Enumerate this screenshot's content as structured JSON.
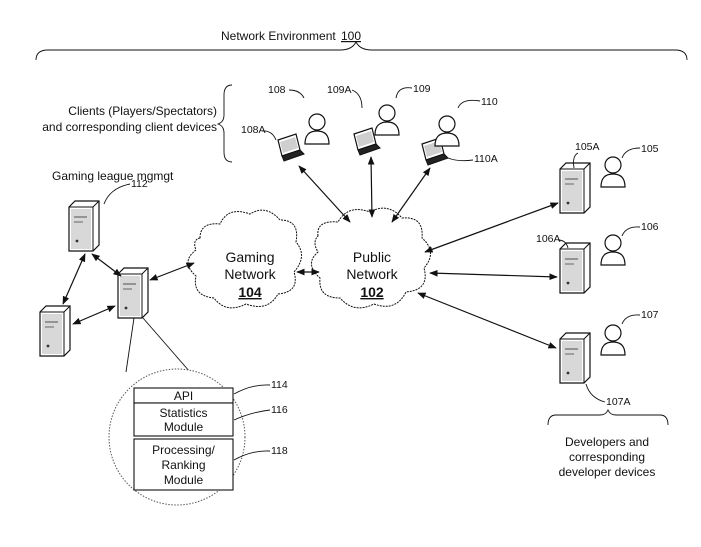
{
  "title": {
    "text": "Network Environment",
    "ref": "100"
  },
  "clients_label": [
    "Clients (Players/Spectators)",
    "and corresponding client devices"
  ],
  "league_label": "Gaming league mgmgt",
  "gaming_network": {
    "line1": "Gaming",
    "line2": "Network",
    "ref": "104"
  },
  "public_network": {
    "line1": "Public",
    "line2": "Network",
    "ref": "102"
  },
  "refs": {
    "r108": "108",
    "r108A": "108A",
    "r109": "109",
    "r109A": "109A",
    "r110": "110",
    "r110A": "110A",
    "r112": "112",
    "r105": "105",
    "r105A": "105A",
    "r106": "106",
    "r106A": "106A",
    "r107": "107",
    "r107A": "107A",
    "r114": "114",
    "r116": "116",
    "r118": "118"
  },
  "modules": {
    "api": "API",
    "stats": [
      "Statistics",
      "Module"
    ],
    "processing": [
      "Processing/",
      "Ranking",
      "Module"
    ]
  },
  "developers_label": [
    "Developers and",
    "corresponding",
    "developer devices"
  ]
}
